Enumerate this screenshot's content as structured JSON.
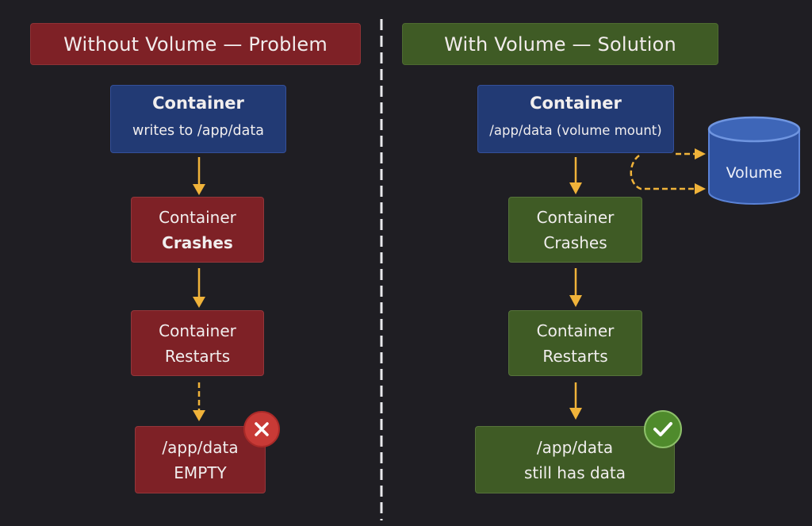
{
  "colors": {
    "background": "#1f1e23",
    "problem_red": "#7e2126",
    "solution_green": "#3f5b25",
    "container_blue": "#223a74",
    "arrow_yellow": "#f0b33a",
    "error_badge": "#c83a36",
    "success_badge": "#4f8b2c",
    "volume_blue": "#3f64b0"
  },
  "left": {
    "header": "Without Volume — Problem",
    "container": {
      "title": "Container",
      "subtitle": "writes to /app/data"
    },
    "crashes": {
      "line1": "Container",
      "line2": "Crashes"
    },
    "restarts": {
      "line1": "Container",
      "line2": "Restarts"
    },
    "result": {
      "line1": "/app/data",
      "line2": "EMPTY"
    },
    "badge_icon": "x-icon"
  },
  "right": {
    "header": "With Volume — Solution",
    "container": {
      "title": "Container",
      "subtitle": "/app/data (volume mount)"
    },
    "crashes": {
      "line1": "Container",
      "line2": "Crashes"
    },
    "restarts": {
      "line1": "Container",
      "line2": "Restarts"
    },
    "result": {
      "line1": "/app/data",
      "line2": "still has data"
    },
    "volume": {
      "label": "Volume"
    },
    "badge_icon": "check-icon"
  }
}
